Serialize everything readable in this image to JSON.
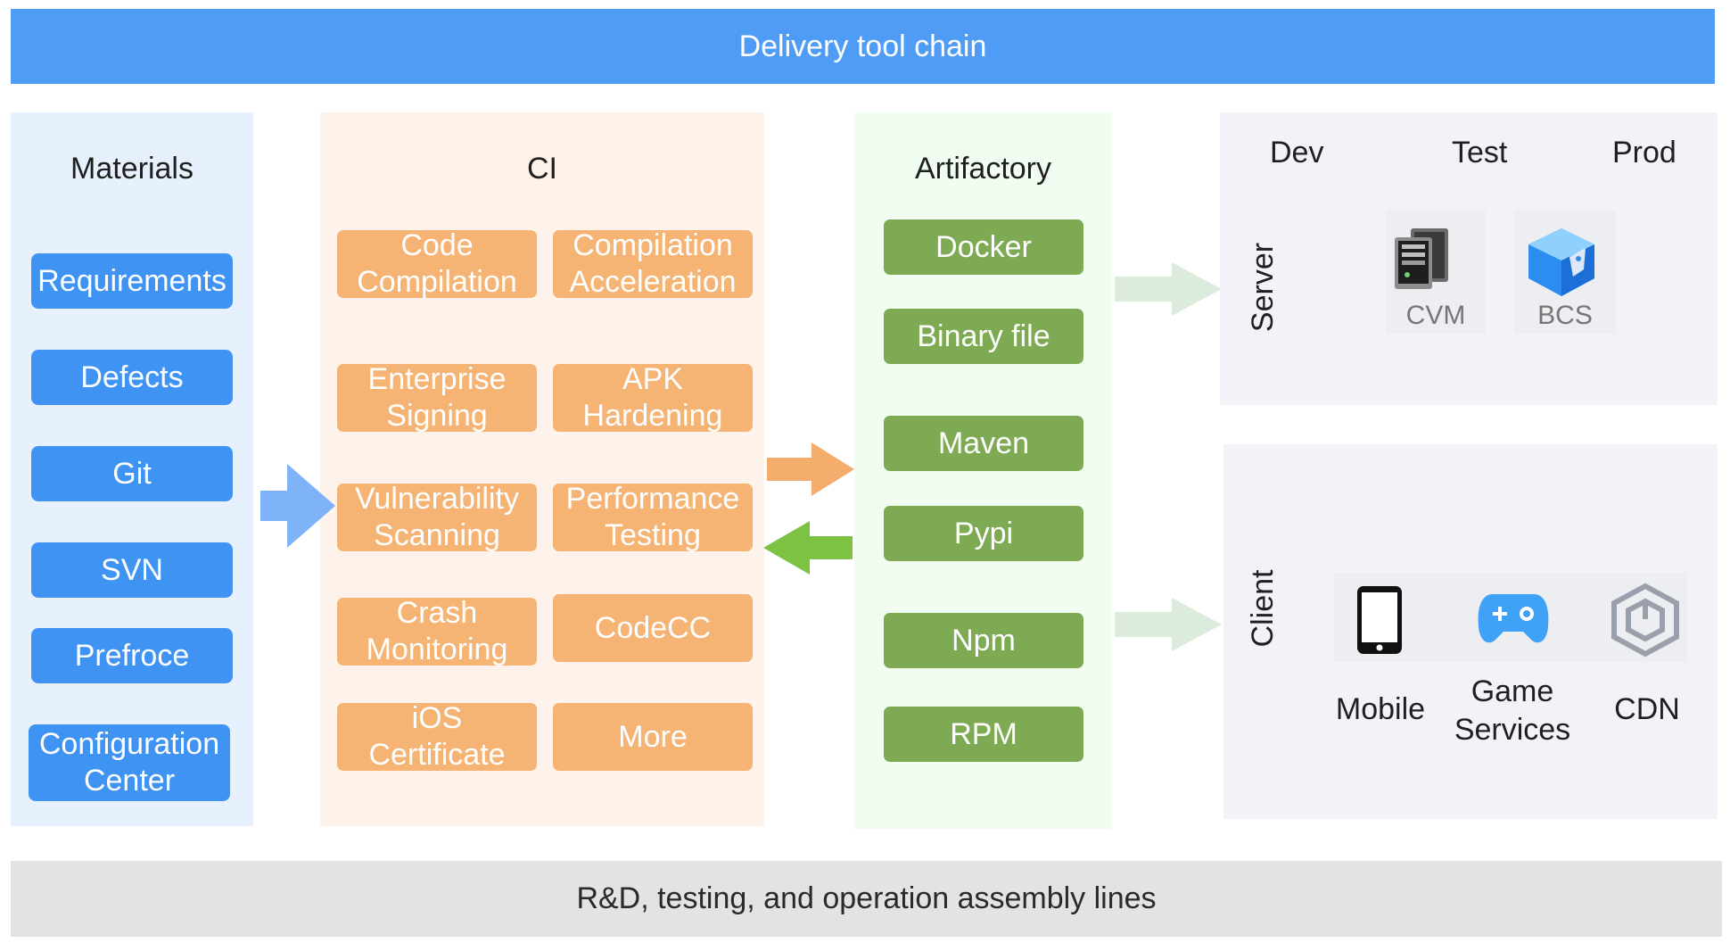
{
  "header": {
    "title": "Delivery tool chain"
  },
  "footer": {
    "title": "R&D, testing, and operation assembly lines"
  },
  "materials": {
    "title": "Materials",
    "items": [
      "Requirements",
      "Defects",
      "Git",
      "SVN",
      "Prefroce"
    ],
    "config": {
      "line1": "Configuration",
      "line2": "Center"
    }
  },
  "ci": {
    "title": "CI",
    "items": [
      {
        "line1": "Code",
        "line2": "Compilation"
      },
      {
        "line1": "Compilation",
        "line2": "Acceleration"
      },
      {
        "line1": "Enterprise",
        "line2": "Signing"
      },
      {
        "line1": "APK",
        "line2": "Hardening"
      },
      {
        "line1": "Vulnerability",
        "line2": "Scanning"
      },
      {
        "line1": "Performance",
        "line2": "Testing"
      },
      {
        "line1": "Crash",
        "line2": "Monitoring"
      },
      {
        "line1": "CodeCC",
        "line2": ""
      },
      {
        "line1": "iOS",
        "line2": "Certificate"
      },
      {
        "line1": "More",
        "line2": ""
      }
    ]
  },
  "artifactory": {
    "title": "Artifactory",
    "items": [
      "Docker",
      "Binary file",
      "Maven",
      "Pypi",
      "Npm",
      "RPM"
    ]
  },
  "environments": {
    "dev": "Dev",
    "test": "Test",
    "prod": "Prod"
  },
  "server": {
    "label": "Server",
    "cvm": "CVM",
    "bcs": "BCS"
  },
  "client": {
    "label": "Client",
    "mobile": "Mobile",
    "game_line1": "Game",
    "game_line2": "Services",
    "cdn": "CDN"
  },
  "colors": {
    "banner_blue": "#4f9cf7",
    "materials_blue": "#3f93f2",
    "ci_orange": "#f5b374",
    "artifact_green": "#7faa54",
    "arrow_blue": "#7fb3f8",
    "arrow_orange": "#f5ad6d",
    "arrow_green": "#7dc243",
    "arrow_pale_green": "#dcebdc"
  }
}
